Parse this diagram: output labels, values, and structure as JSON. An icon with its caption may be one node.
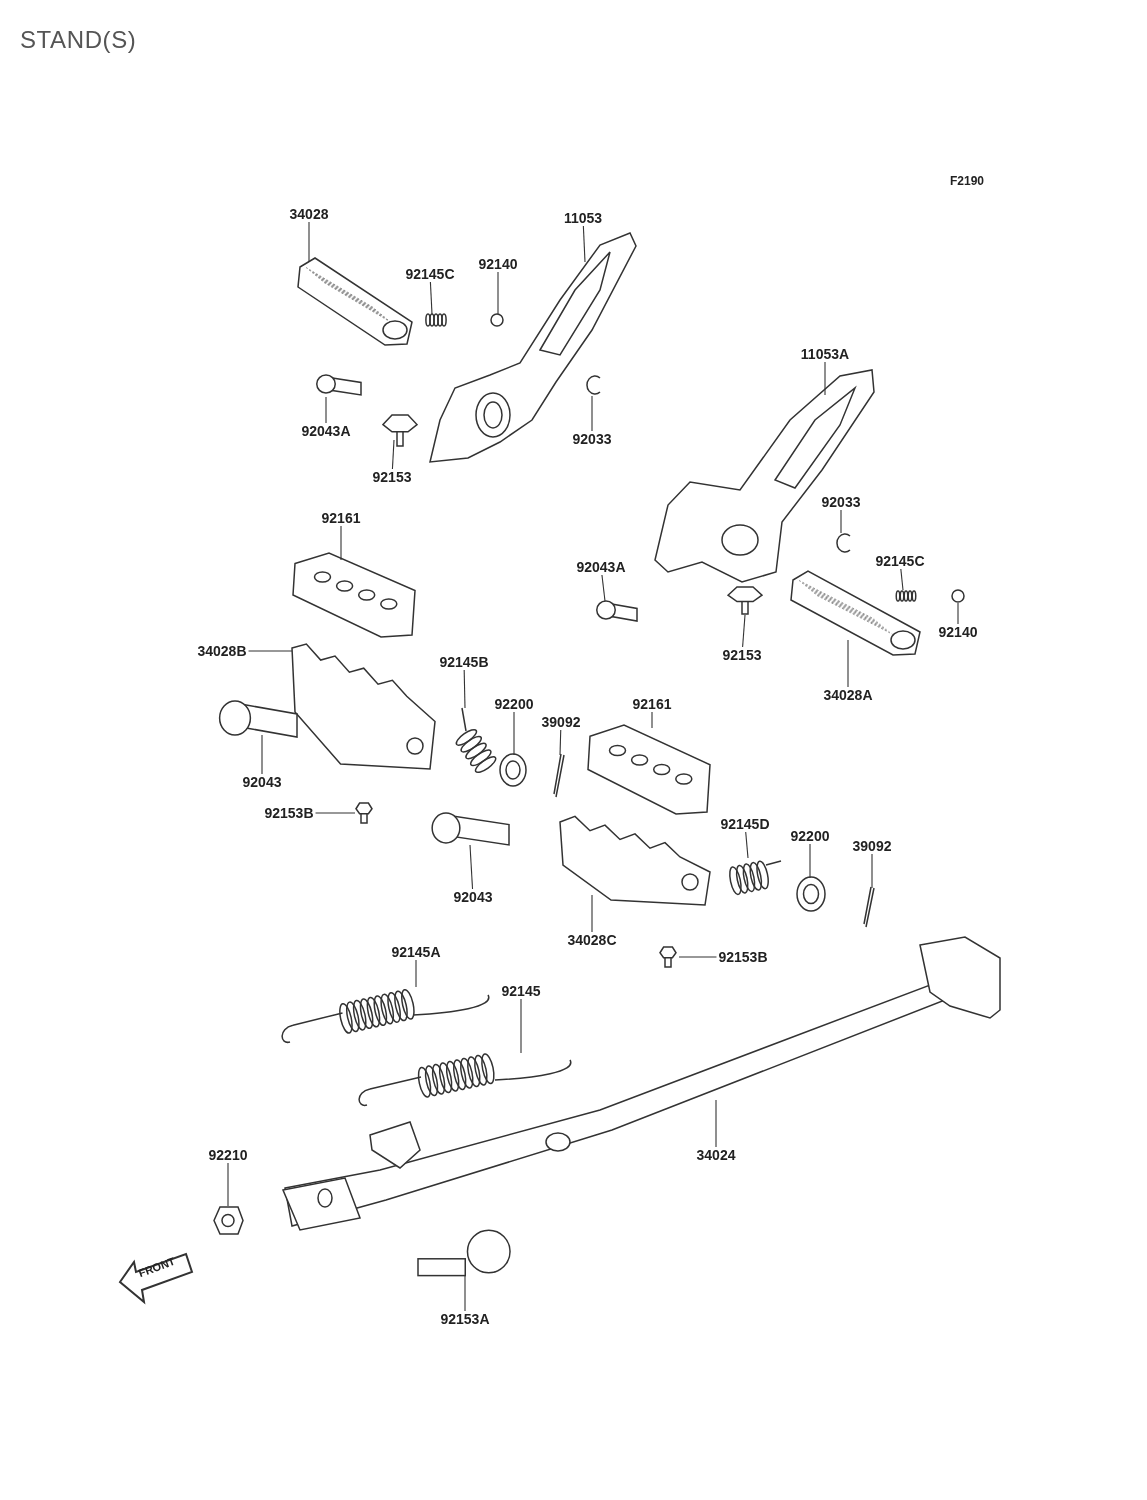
{
  "diagram": {
    "title": "STAND(S)",
    "nodes": [
      {
        "text": [
          "34028"
        ]
      },
      {
        "text": [],
        "shape": "picture"
      },
      {
        "text": [
          "11053"
        ]
      },
      {
        "text": [],
        "shape": "picture"
      },
      {
        "text": [
          "92145C"
        ]
      },
      {
        "text": [],
        "shape": "picture"
      },
      {
        "text": [
          "92140"
        ]
      },
      {
        "text": [],
        "shape": "circle"
      },
      {
        "text": [
          "92043A"
        ]
      },
      {
        "text": [],
        "shape": "cylinder"
      },
      {
        "text": [
          "92153"
        ]
      },
      {
        "text": [],
        "shape": "picture"
      },
      {
        "text": [
          "92033"
        ]
      },
      {
        "text": [],
        "shape": "picture"
      },
      {
        "text": [
          "11053A"
        ]
      },
      {
        "text": [],
        "shape": "picture"
      },
      {
        "text": [
          "92033"
        ]
      },
      {
        "text": [],
        "shape": "picture"
      },
      {
        "text": [
          "92145C"
        ]
      },
      {
        "text": [],
        "shape": "picture"
      },
      {
        "text": [
          "92043A"
        ]
      },
      {
        "text": [],
        "shape": "cylinder"
      },
      {
        "text": [
          "92153"
        ]
      },
      {
        "text": [],
        "shape": "bolt"
      },
      {
        "text": [
          "92140"
        ]
      },
      {
        "text": [],
        "shape": "circle"
      },
      {
        "text": [
          "34028A"
        ]
      },
      {
        "text": [],
        "shape": "picture"
      },
      {
        "text": [
          "92161"
        ]
      },
      {
        "text": [],
        "shape": "picture"
      },
      {
        "text": [
          "34028B"
        ]
      },
      {
        "text": [],
        "shape": "picture"
      },
      {
        "text": [
          "92043"
        ]
      },
      {
        "text": [],
        "shape": "picture"
      },
      {
        "text": [
          "92153B"
        ]
      },
      {
        "text": [],
        "shape": "bolt"
      },
      {
        "text": [
          "92145B"
        ]
      },
      {
        "text": [],
        "shape": "picture"
      },
      {
        "text": [
          "92200"
        ]
      },
      {
        "text": [],
        "shape": "picture"
      },
      {
        "text": [
          "39092"
        ]
      },
      {
        "text": [],
        "shape": "picture"
      },
      {
        "text": [
          "92161"
        ]
      },
      {
        "text": [],
        "shape": "picture"
      },
      {
        "text": [
          "92043"
        ]
      },
      {
        "text": [],
        "shape": "cylinder"
      },
      {
        "text": [
          "92145D"
        ]
      },
      {
        "text": [],
        "shape": "picture"
      },
      {
        "text": [
          "92200"
        ]
      },
      {
        "text": [],
        "shape": "picture"
      },
      {
        "text": [
          "39092"
        ]
      },
      {
        "text": [],
        "shape": "picture"
      },
      {
        "text": [
          "34028C"
        ]
      },
      {
        "text": [],
        "shape": "picture"
      },
      {
        "text": [
          "92153B"
        ]
      },
      {
        "text": [],
        "shape": "bolt"
      },
      {
        "text": [
          "92145A"
        ]
      },
      {
        "text": [],
        "shape": "picture"
      },
      {
        "text": [
          "92145"
        ]
      },
      {
        "text": [],
        "shape": "picture"
      },
      {
        "text": [
          "34024"
        ]
      },
      {
        "text": [],
        "shape": "picture"
      },
      {
        "text": [
          "92210"
        ]
      },
      {
        "text": [],
        "shape": "picture"
      },
      {
        "text": [
          "92153A"
        ]
      },
      {
        "text": [],
        "shape": "picture"
      }
    ],
    "edges": [
      {
        "from": 0,
        "to": 1,
        "arrow": "none"
      },
      {
        "from": 2,
        "to": 3,
        "arrow": "none"
      },
      {
        "from": 4,
        "to": 5,
        "arrow": "none"
      },
      {
        "from": 6,
        "to": 7,
        "arrow": "none"
      },
      {
        "from": 8,
        "to": 9,
        "arrow": "none"
      },
      {
        "from": 10,
        "to": 11,
        "arrow": "none"
      },
      {
        "from": 12,
        "to": 13,
        "arrow": "none"
      },
      {
        "from": 14,
        "to": 15,
        "arrow": "none"
      },
      {
        "from": 16,
        "to": 17,
        "arrow": "none"
      },
      {
        "from": 18,
        "to": 19,
        "arrow": "none"
      },
      {
        "from": 20,
        "to": 21,
        "arrow": "none"
      },
      {
        "from": 22,
        "to": 23,
        "arrow": "none"
      },
      {
        "from": 24,
        "to": 25,
        "arrow": "none"
      },
      {
        "from": 26,
        "to": 27,
        "arrow": "none"
      },
      {
        "from": 28,
        "to": 29,
        "arrow": "none"
      },
      {
        "from": 30,
        "to": 31,
        "arrow": "none"
      },
      {
        "from": 32,
        "to": 33,
        "arrow": "none"
      },
      {
        "from": 34,
        "to": 35,
        "arrow": "none"
      },
      {
        "from": 36,
        "to": 37,
        "arrow": "none"
      },
      {
        "from": 38,
        "to": 39,
        "arrow": "none"
      },
      {
        "from": 40,
        "to": 41,
        "arrow": "none"
      },
      {
        "from": 42,
        "to": 43,
        "arrow": "none"
      },
      {
        "from": 44,
        "to": 45,
        "arrow": "none"
      },
      {
        "from": 46,
        "to": 47,
        "arrow": "none"
      },
      {
        "from": 48,
        "to": 49,
        "arrow": "none"
      },
      {
        "from": 50,
        "to": 51,
        "arrow": "none"
      },
      {
        "from": 52,
        "to": 53,
        "arrow": "none"
      },
      {
        "from": 54,
        "to": 55,
        "arrow": "none"
      },
      {
        "from": 56,
        "to": 57,
        "arrow": "none"
      },
      {
        "from": 58,
        "to": 59,
        "arrow": "none"
      },
      {
        "from": 60,
        "to": 61,
        "arrow": "none"
      },
      {
        "from": 62,
        "to": 63,
        "arrow": "none"
      },
      {
        "from": 64,
        "to": 65,
        "arrow": "none"
      }
    ],
    "labels": [
      "F2190",
      "FRONT"
    ]
  }
}
